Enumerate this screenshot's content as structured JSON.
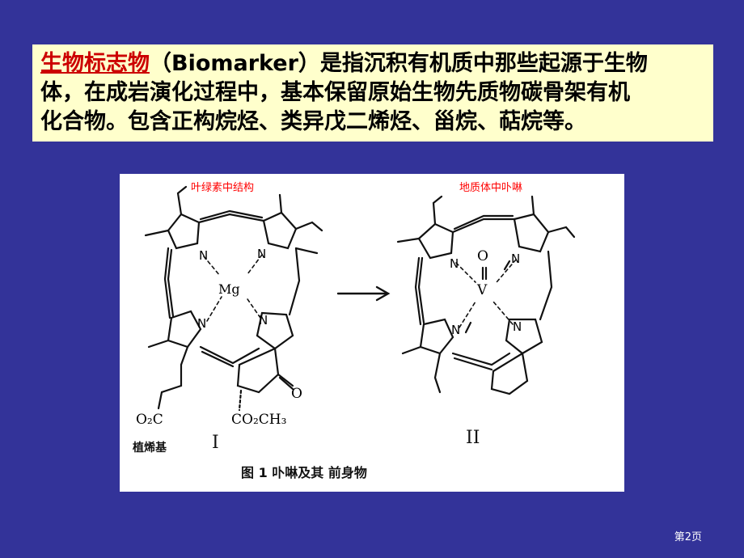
{
  "text_box": {
    "term": "生物标志物",
    "line1_rest": "（Biomarker）是指沉积有机质中那些起源于生物",
    "line2": "体，在成岩演化过程中，基本保留原始生物先质物碳骨架有机",
    "line3": "化合物。包含正构烷烃、类异戊二烯烃、甾烷、萜烷等。"
  },
  "figure": {
    "caption_left": "叶绿素中结构",
    "caption_right": "地质体中卟啉",
    "mg_label": "Mg",
    "v_label": "V",
    "o_label": "O",
    "n_label": "N",
    "ester_left": "O₂C",
    "ester_right": "CO₂CH₃",
    "ketone_o": "O",
    "phytyl_label": "植烯基",
    "numeral_1": "I",
    "numeral_2": "II",
    "figure_caption": "图 1   卟啉及其 前身物"
  },
  "page_number": "第2页",
  "colors": {
    "background": "#333399",
    "text_box": "#ffffcc",
    "term": "#cc0000",
    "caption": "#ff0000"
  }
}
